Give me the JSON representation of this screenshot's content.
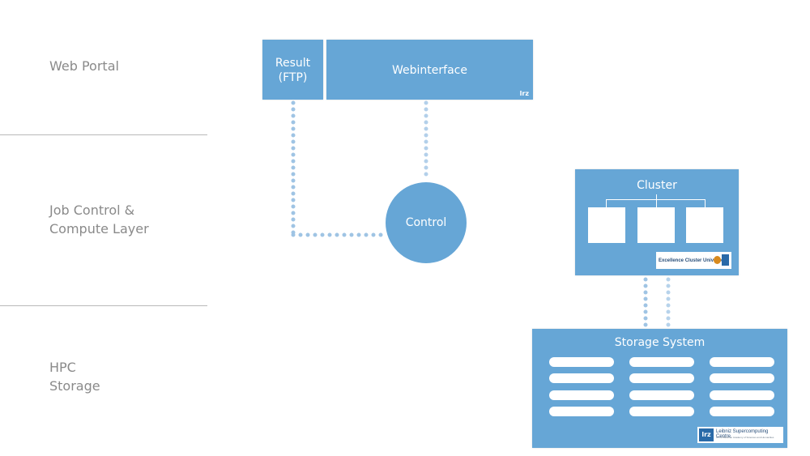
{
  "layers": [
    {
      "label": "Web Portal"
    },
    {
      "label": "Job Control &\nCompute Layer"
    },
    {
      "label": "HPC\nStorage"
    }
  ],
  "nodes": {
    "result": {
      "label": "Result\n(FTP)"
    },
    "webinterface": {
      "label": "Webinterface",
      "badge": "lrz"
    },
    "control": {
      "label": "Control"
    },
    "cluster": {
      "label": "Cluster",
      "logo_text": "Excellence Cluster Universe"
    },
    "storage": {
      "label": "Storage System",
      "logo_mark": "lrz",
      "logo_text": "Leibniz Supercomputing Centre",
      "logo_subtext": "of the Bavarian Academy of Sciences and Humanities"
    }
  },
  "colors": {
    "box": "#66a6d6",
    "dots_light": "#c5dcee",
    "dots_dark": "#8fb9df",
    "text_gray": "#8a8a8a"
  }
}
